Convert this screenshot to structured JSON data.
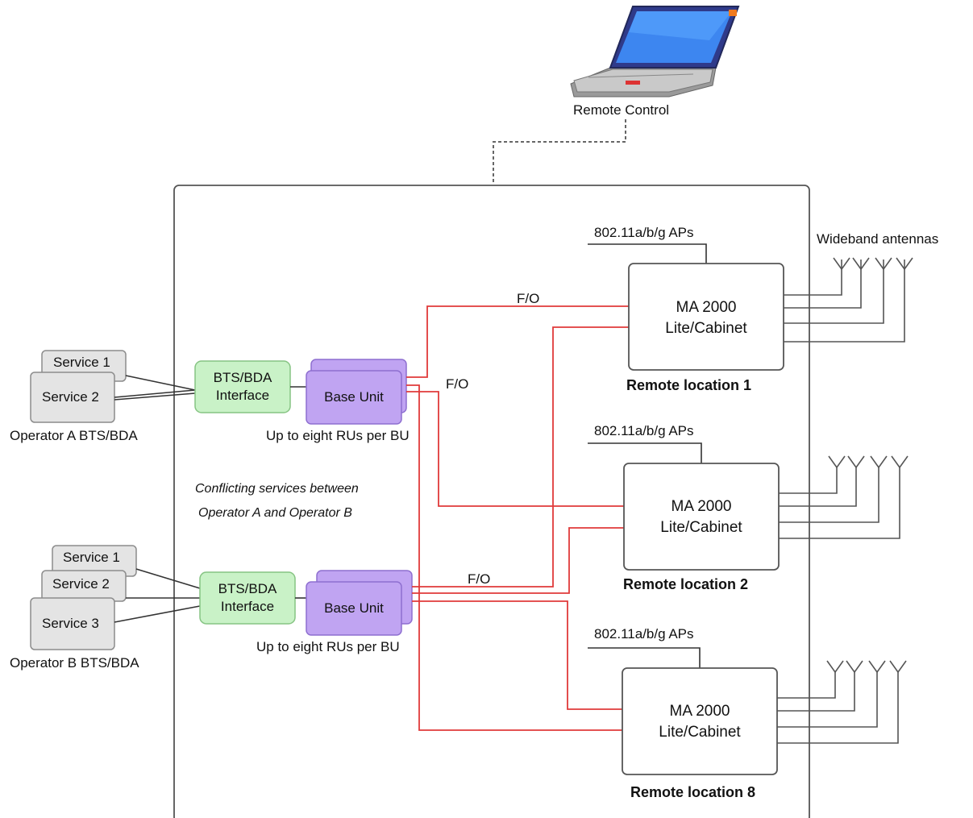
{
  "remote_control": {
    "label": "Remote Control"
  },
  "operator_a": {
    "services": [
      "Service 1",
      "Service 2"
    ],
    "caption": "Operator A BTS/BDA",
    "interface_lines": [
      "BTS/BDA",
      "Interface"
    ],
    "base_unit": "Base Unit",
    "bu_caption": "Up to eight RUs per BU"
  },
  "operator_b": {
    "services": [
      "Service 1",
      "Service 2",
      "Service 3"
    ],
    "caption": "Operator B BTS/BDA",
    "interface_lines": [
      "BTS/BDA",
      "Interface"
    ],
    "base_unit": "Base Unit",
    "bu_caption": "Up to eight RUs per BU"
  },
  "conflict_note": [
    "Conflicting services between",
    "Operator A  and Operator B"
  ],
  "fo_labels": [
    "F/O",
    "F/O",
    "F/O"
  ],
  "antennas_label": "Wideband antennas",
  "remotes": [
    {
      "ap_label": "802.11a/b/g APs",
      "unit_lines": [
        "MA 2000",
        "Lite/Cabinet"
      ],
      "location": "Remote location 1"
    },
    {
      "ap_label": "802.11a/b/g APs",
      "unit_lines": [
        "MA 2000",
        "Lite/Cabinet"
      ],
      "location": "Remote location 2"
    },
    {
      "ap_label": "802.11a/b/g APs",
      "unit_lines": [
        "MA 2000",
        "Lite/Cabinet"
      ],
      "location": "Remote location 8"
    }
  ],
  "colors": {
    "fiber": "#e03a3a",
    "interface": "#c9f2c7",
    "base_unit": "#c0a4f2",
    "service": "#e4e4e4"
  }
}
